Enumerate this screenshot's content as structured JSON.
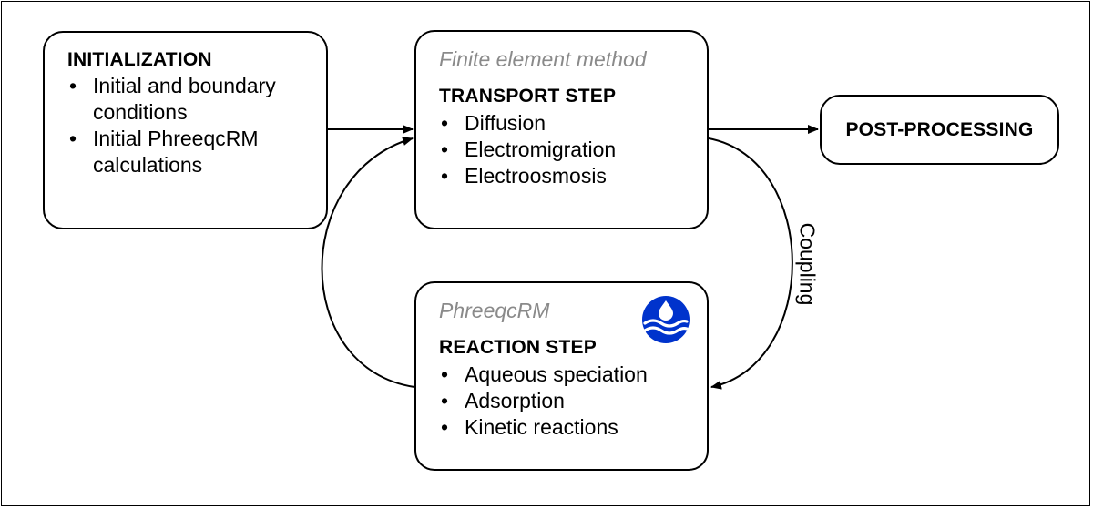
{
  "initialization": {
    "title": "INITIALIZATION",
    "items": [
      "Initial and boundary conditions",
      "Initial PhreeqcRM calculations"
    ]
  },
  "transport": {
    "subtitle": "Finite element method",
    "title": "TRANSPORT STEP",
    "items": [
      "Diffusion",
      "Electromigration",
      "Electroosmosis"
    ]
  },
  "post_processing": {
    "title": "POST-PROCESSING"
  },
  "reaction": {
    "subtitle": "PhreeqcRM",
    "title": "REACTION STEP",
    "items": [
      "Aqueous speciation",
      "Adsorption",
      "Kinetic reactions"
    ],
    "logo_icon": "phreeqc-water-drop-logo"
  },
  "coupling_label": "Coupling",
  "colors": {
    "logo_blue": "#0033cc",
    "subtitle_gray": "#8a8a8a",
    "line": "#000000"
  }
}
